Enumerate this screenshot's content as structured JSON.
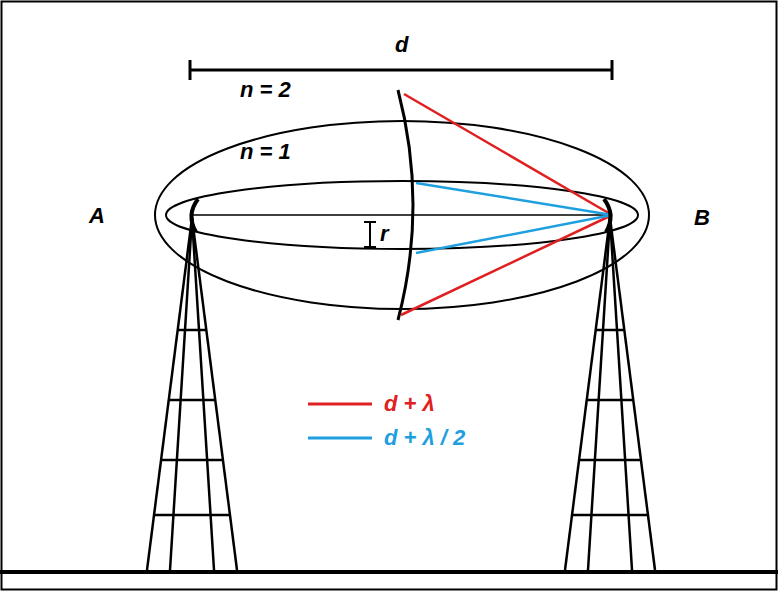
{
  "diagram": {
    "labels": [
      "d",
      "n = 2",
      "n = 1",
      "A",
      "B",
      "r"
    ],
    "legend": [
      {
        "text": "d + λ"
      },
      {
        "text": "d + λ / 2"
      }
    ]
  }
}
